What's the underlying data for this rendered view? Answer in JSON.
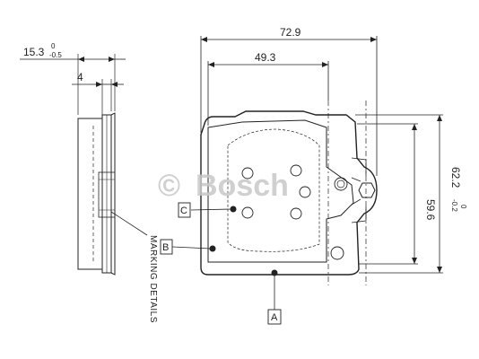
{
  "drawing": {
    "dimensions": {
      "overall_width": "72.9",
      "inner_width": "49.3",
      "thickness": "15.3",
      "thickness_tol_upper": "0",
      "thickness_tol_lower": "-0.5",
      "backplate": "4",
      "height_outer": "62.2",
      "height_outer_tol_upper": "0",
      "height_outer_tol_lower": "-0.2",
      "height_inner": "59.6"
    },
    "callouts": {
      "a": "A",
      "b": "B",
      "c": "C"
    },
    "note": "MARKING DETAILS",
    "watermark": {
      "symbol": "©",
      "text": "Bosch"
    },
    "colors": {
      "line": "#222222",
      "watermark": "#c8c8c8"
    }
  }
}
